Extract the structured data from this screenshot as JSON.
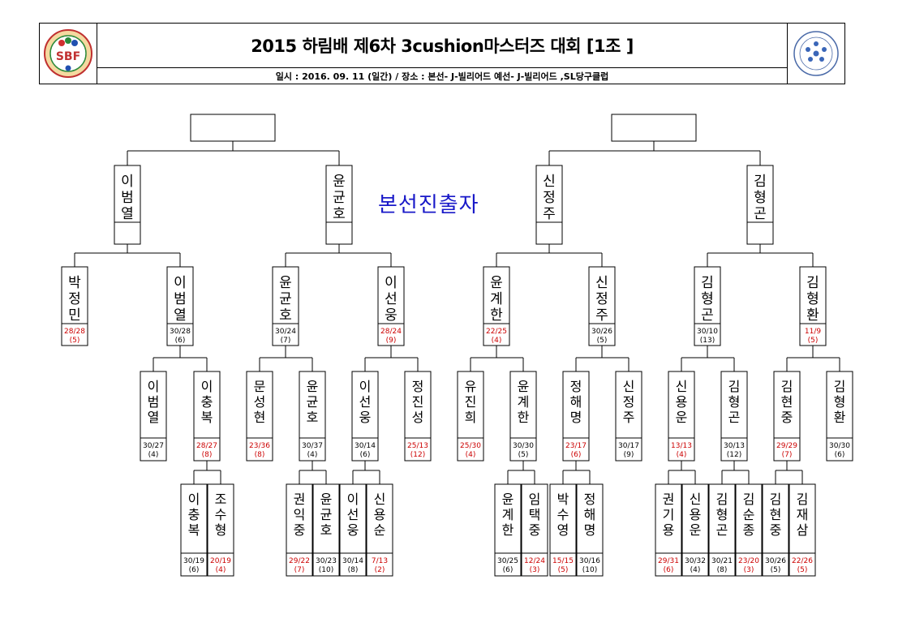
{
  "header": {
    "title": "2015 하림배 제6차 3cushion마스터즈 대회 [1조 ]",
    "subtitle": "일시 : 2016. 09. 11 (일간) / 장소 : 본선- J-빌리어드   예선- J-빌리어드 ,SL당구클럽",
    "logo_left_text": "SBF",
    "logo_left_caption": "SEOUL BILLIARDS FEDERATION",
    "logo_right_caption": "SEOUL SPORTS COUNCIL"
  },
  "banner": "본선진출자",
  "colors": {
    "win": "#000000",
    "loss": "#cc0000",
    "banner": "#1818c8"
  },
  "finals": {
    "left_slot": "",
    "right_slot": ""
  },
  "semifinalists": [
    {
      "name": "이범열"
    },
    {
      "name": "윤균호"
    },
    {
      "name": "신정주"
    },
    {
      "name": "김형곤"
    }
  ],
  "round3": [
    {
      "name": "박정민",
      "score": "28/28",
      "inning": "(5)",
      "loss": true
    },
    {
      "name": "이범열",
      "score": "30/28",
      "inning": "(6)",
      "loss": false
    },
    {
      "name": "윤균호",
      "score": "30/24",
      "inning": "(7)",
      "loss": false
    },
    {
      "name": "이선웅",
      "score": "28/24",
      "inning": "(9)",
      "loss": true
    },
    {
      "name": "윤계한",
      "score": "22/25",
      "inning": "(4)",
      "loss": true
    },
    {
      "name": "신정주",
      "score": "30/26",
      "inning": "(5)",
      "loss": false
    },
    {
      "name": "김형곤",
      "score": "30/10",
      "inning": "(13)",
      "loss": false
    },
    {
      "name": "김형환",
      "score": "11/9",
      "inning": "(5)",
      "loss": true
    }
  ],
  "round2": [
    {
      "name": "이범열",
      "score": "30/27",
      "inning": "(4)",
      "loss": false
    },
    {
      "name": "이충복",
      "score": "28/27",
      "inning": "(8)",
      "loss": true
    },
    {
      "name": "문성현",
      "score": "23/36",
      "inning": "(8)",
      "loss": true
    },
    {
      "name": "윤균호",
      "score": "30/37",
      "inning": "(4)",
      "loss": false
    },
    {
      "name": "이선웅",
      "score": "30/14",
      "inning": "(6)",
      "loss": false
    },
    {
      "name": "정진성",
      "score": "25/13",
      "inning": "(12)",
      "loss": true
    },
    {
      "name": "유진희",
      "score": "25/30",
      "inning": "(4)",
      "loss": true
    },
    {
      "name": "윤계한",
      "score": "30/30",
      "inning": "(5)",
      "loss": false
    },
    {
      "name": "정해명",
      "score": "23/17",
      "inning": "(6)",
      "loss": true
    },
    {
      "name": "신정주",
      "score": "30/17",
      "inning": "(9)",
      "loss": false
    },
    {
      "name": "신용운",
      "score": "13/13",
      "inning": "(4)",
      "loss": true
    },
    {
      "name": "김형곤",
      "score": "30/13",
      "inning": "(12)",
      "loss": false
    },
    {
      "name": "김현중",
      "score": "29/29",
      "inning": "(7)",
      "loss": true
    },
    {
      "name": "김형환",
      "score": "30/30",
      "inning": "(6)",
      "loss": false
    }
  ],
  "round1": [
    {
      "name": "이충복",
      "score": "30/19",
      "inning": "(6)",
      "loss": false
    },
    {
      "name": "조수형",
      "score": "20/19",
      "inning": "(4)",
      "loss": true
    },
    {
      "name": "권익중",
      "score": "29/22",
      "inning": "(7)",
      "loss": true
    },
    {
      "name": "윤균호",
      "score": "30/23",
      "inning": "(10)",
      "loss": false
    },
    {
      "name": "이선웅",
      "score": "30/14",
      "inning": "(8)",
      "loss": false
    },
    {
      "name": "신용순",
      "score": "7/13",
      "inning": "(2)",
      "loss": true
    },
    {
      "name": "윤계한",
      "score": "30/25",
      "inning": "(6)",
      "loss": false
    },
    {
      "name": "임택중",
      "score": "12/24",
      "inning": "(3)",
      "loss": true
    },
    {
      "name": "박수영",
      "score": "15/15",
      "inning": "(5)",
      "loss": true
    },
    {
      "name": "정해명",
      "score": "30/16",
      "inning": "(10)",
      "loss": false
    },
    {
      "name": "권기용",
      "score": "29/31",
      "inning": "(6)",
      "loss": true
    },
    {
      "name": "신용운",
      "score": "30/32",
      "inning": "(4)",
      "loss": false
    },
    {
      "name": "김형곤",
      "score": "30/21",
      "inning": "(8)",
      "loss": false
    },
    {
      "name": "김순종",
      "score": "23/20",
      "inning": "(3)",
      "loss": true
    },
    {
      "name": "김현중",
      "score": "30/26",
      "inning": "(5)",
      "loss": false
    },
    {
      "name": "김재삼",
      "score": "22/26",
      "inning": "(5)",
      "loss": true
    }
  ]
}
